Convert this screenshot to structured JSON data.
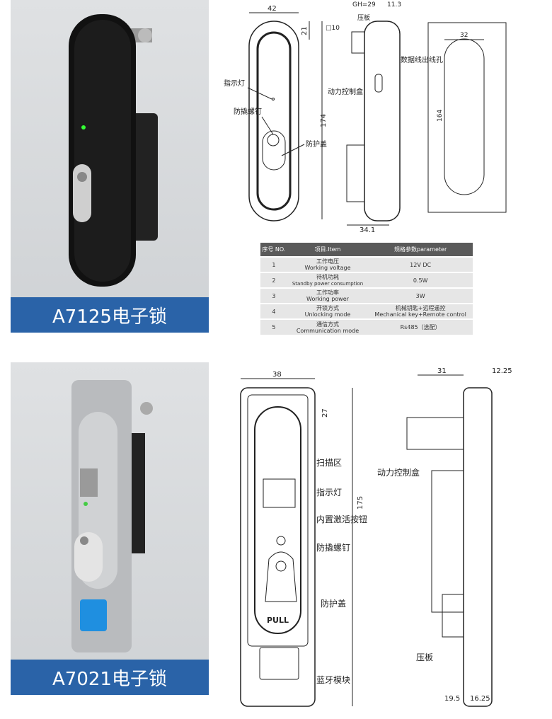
{
  "products": [
    {
      "label": "A7125电子锁"
    },
    {
      "label": "A7021电子锁"
    }
  ],
  "drawing1": {
    "dims": {
      "width": "42",
      "top": "21",
      "height": "174",
      "gh": "GH=29",
      "side": "11.3",
      "square": "□10",
      "depth": "34.1",
      "slot_width": "32",
      "slot_height": "164"
    },
    "callouts": {
      "indicator": "指示灯",
      "screw": "防撬螺钉",
      "cover": "防护盖",
      "plate": "压板",
      "cable_hole": "数据线出线孔",
      "control_box": "动力控制盒"
    }
  },
  "spec_table": {
    "headers": [
      "序号 NO.",
      "项目.Item",
      "规格参数parameter"
    ],
    "rows": [
      {
        "no": "1",
        "item_cn": "工作电压",
        "item_en": "Working voltage",
        "value": "12V DC"
      },
      {
        "no": "2",
        "item_cn": "待机功耗",
        "item_en": "Standby power consumption",
        "value": "0.5W"
      },
      {
        "no": "3",
        "item_cn": "工作功率",
        "item_en": "Working power",
        "value": "3W"
      },
      {
        "no": "4",
        "item_cn": "开锁方式",
        "item_en": "Unlocking mode",
        "value": "机械钥匙+远程遥控",
        "value2": "Mechanical key+Remote control"
      },
      {
        "no": "5",
        "item_cn": "通信方式",
        "item_en": "Communication mode",
        "value": "Rs485（选配）"
      }
    ]
  },
  "drawing2": {
    "dims": {
      "width": "38",
      "top": "27",
      "height": "175",
      "depth": "31",
      "side": "12.25",
      "bottom_a": "19.5",
      "bottom_b": "16.25"
    },
    "callouts": {
      "scan": "扫描区",
      "indicator": "指示灯",
      "button": "内置激活按钮",
      "screw": "防撬螺钉",
      "cover": "防护盖",
      "bluetooth": "蓝牙模块",
      "control_box": "动力控制盒",
      "plate": "压板"
    },
    "pull": "PULL"
  }
}
